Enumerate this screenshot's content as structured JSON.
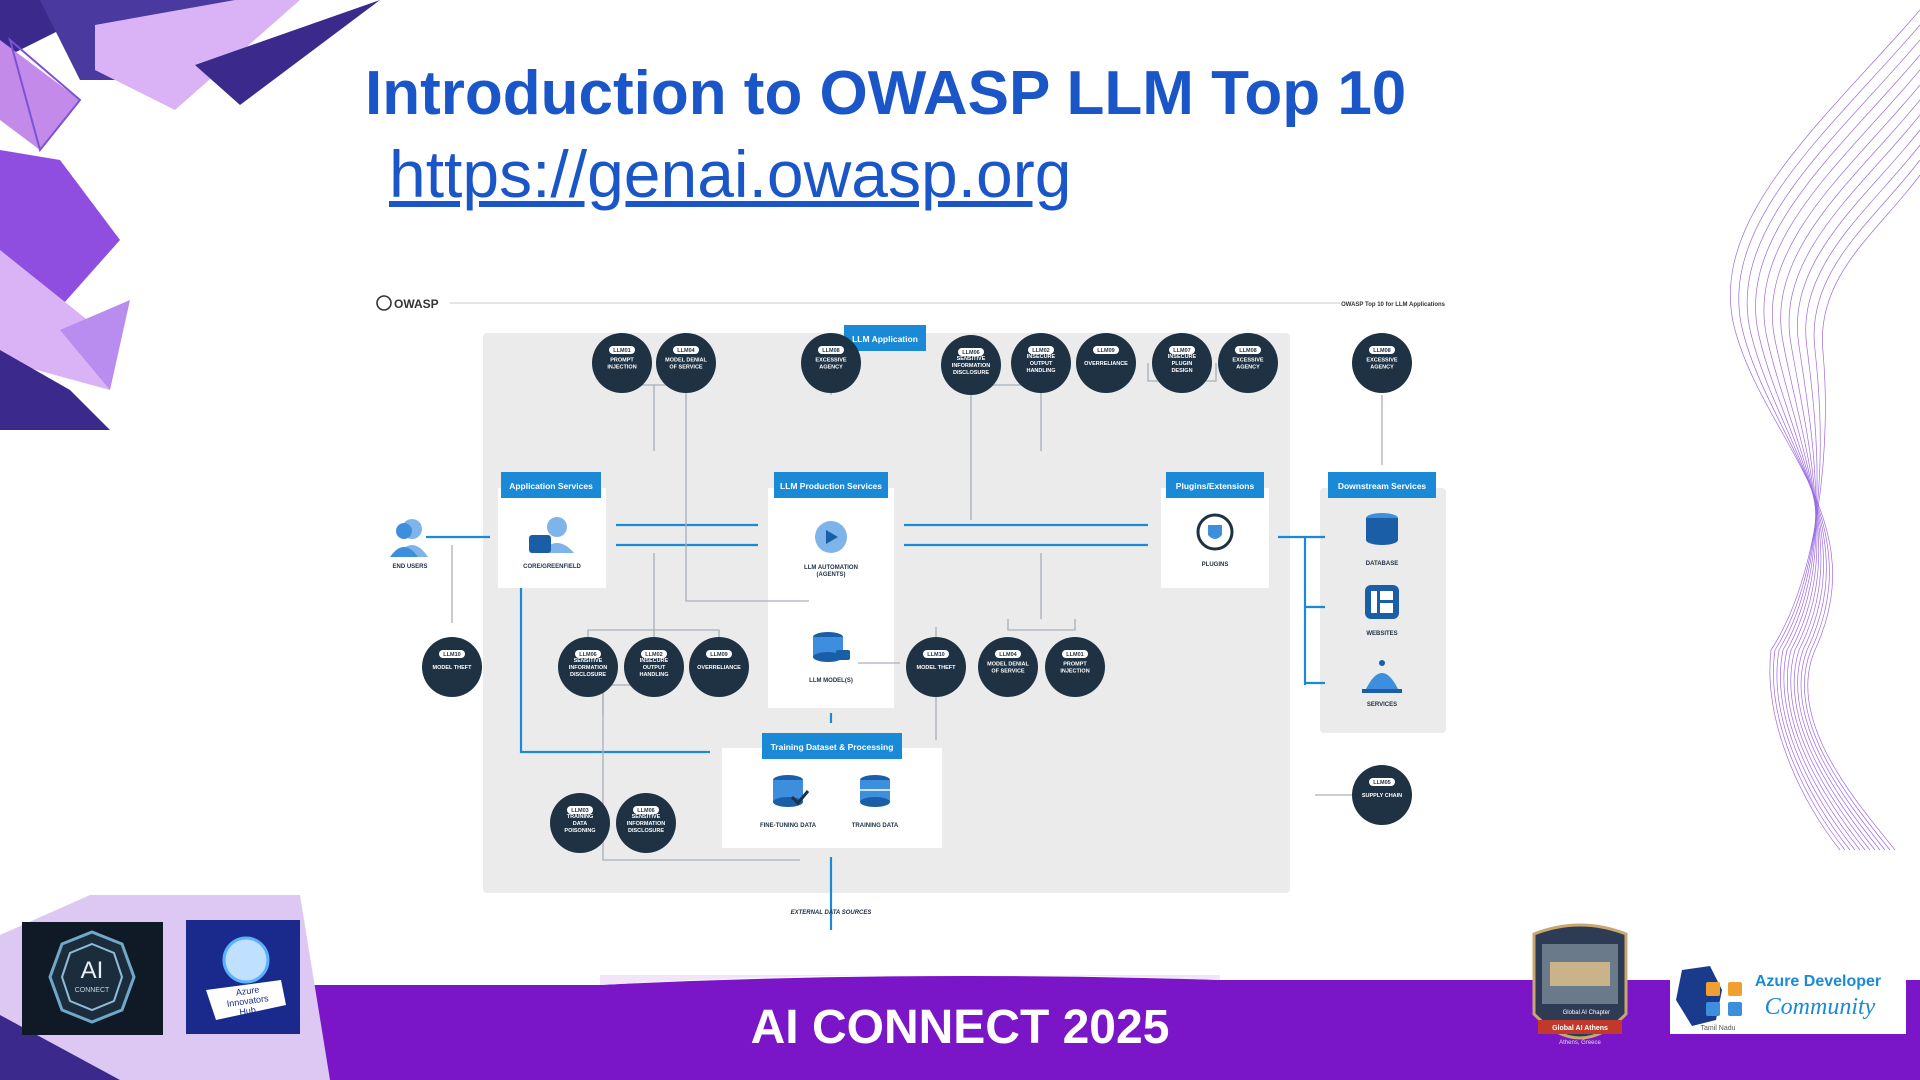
{
  "slide": {
    "title": "Introduction to OWASP LLM Top 10",
    "link": "https://genai.owasp.org",
    "footer": "AI CONNECT 2025"
  },
  "diagram": {
    "brand": "OWASP",
    "header_right": "OWASP Top 10 for LLM Applications",
    "app_box_label": "LLM Application",
    "sections": {
      "app_services": "Application Services",
      "llm_production": "LLM Production Services",
      "plugins": "Plugins/Extensions",
      "downstream": "Downstream Services",
      "training": "Training Dataset & Processing"
    },
    "nodes": {
      "end_users": "END USERS",
      "core": "CORE/GREENFIELD",
      "agents_1": "LLM AUTOMATION",
      "agents_2": "(AGENTS)",
      "models": "LLM MODEL(S)",
      "plugins": "PLUGINS",
      "database": "DATABASE",
      "websites": "WEBSITES",
      "services": "SERVICES",
      "fine_tuning": "FINE-TUNING DATA",
      "training_data": "TRAINING DATA",
      "external": "EXTERNAL DATA SOURCES"
    },
    "risks": [
      {
        "id": "LLM01",
        "lines": [
          "PROMPT",
          "INJECTION"
        ]
      },
      {
        "id": "LLM04",
        "lines": [
          "MODEL DENIAL",
          "OF SERVICE"
        ]
      },
      {
        "id": "LLM08",
        "lines": [
          "EXCESSIVE",
          "AGENCY"
        ]
      },
      {
        "id": "LLM06",
        "lines": [
          "SENSITIVE",
          "INFORMATION",
          "DISCLOSURE"
        ]
      },
      {
        "id": "LLM02",
        "lines": [
          "INSECURE",
          "OUTPUT",
          "HANDLING"
        ]
      },
      {
        "id": "LLM09",
        "lines": [
          "OVERRELIANCE"
        ]
      },
      {
        "id": "LLM07",
        "lines": [
          "INSECURE",
          "PLUGIN",
          "DESIGN"
        ]
      },
      {
        "id": "LLM08",
        "lines": [
          "EXCESSIVE",
          "AGENCY"
        ]
      },
      {
        "id": "LLM08",
        "lines": [
          "EXCESSIVE",
          "AGENCY"
        ]
      },
      {
        "id": "LLM10",
        "lines": [
          "MODEL THEFT"
        ]
      },
      {
        "id": "LLM06",
        "lines": [
          "SENSITIVE",
          "INFORMATION",
          "DISCLOSURE"
        ]
      },
      {
        "id": "LLM02",
        "lines": [
          "INSECURE",
          "OUTPUT",
          "HANDLING"
        ]
      },
      {
        "id": "LLM09",
        "lines": [
          "OVERRELIANCE"
        ]
      },
      {
        "id": "LLM10",
        "lines": [
          "MODEL THEFT"
        ]
      },
      {
        "id": "LLM04",
        "lines": [
          "MODEL DENIAL",
          "OF SERVICE"
        ]
      },
      {
        "id": "LLM01",
        "lines": [
          "PROMPT",
          "INJECTION"
        ]
      },
      {
        "id": "LLM03",
        "lines": [
          "TRAINING",
          "DATA",
          "POISONING"
        ]
      },
      {
        "id": "LLM06",
        "lines": [
          "SENSITIVE",
          "INFORMATION",
          "DISCLOSURE"
        ]
      },
      {
        "id": "LLM05",
        "lines": [
          "SUPPLY CHAIN"
        ]
      }
    ]
  },
  "logos": {
    "ai_connect": [
      "AI",
      "CONNECT"
    ],
    "innovators_hub": [
      "Azure",
      "Innovators",
      "Hub"
    ],
    "chapter_badge": [
      "Global AI Chapter",
      "Global AI Athens",
      "Athens, Greece"
    ],
    "azure_dev_1": "Azure Developer",
    "azure_dev_2": "Community",
    "azure_dev_3": "Tamil Nadu"
  },
  "colors": {
    "title": "#1a56c8",
    "footer_purple": "#7b16c8",
    "risk_circle": "#1e3244",
    "section_header": "#1a8ad6",
    "app_panel": "#ebebeb"
  }
}
